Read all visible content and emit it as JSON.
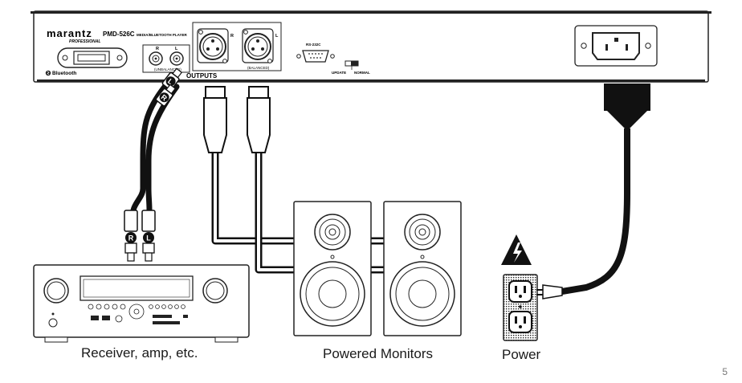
{
  "device": {
    "brand": "marantz",
    "brand_sub": "PROFESSIONAL",
    "model": "PMD-526C",
    "model_desc": "MEDIA/BLUETOOTH PLAYER",
    "bluetooth_label": "Bluetooth",
    "unbalanced_label": "(UNBALANCED)",
    "balanced_label": "(BALANCED)",
    "outputs_label": "OUTPUTS",
    "rca_r": "R",
    "rca_l": "L",
    "xlr_r": "R",
    "xlr_l": "L",
    "rs232_label": "RS-232C",
    "switch_update": "UPDATE",
    "switch_normal": "NORMAL"
  },
  "connectors": {
    "right_plug": "R",
    "left_plug": "L"
  },
  "labels": {
    "receiver": "Receiver, amp, etc.",
    "monitors": "Powered Monitors",
    "power": "Power"
  },
  "page_number": "5"
}
